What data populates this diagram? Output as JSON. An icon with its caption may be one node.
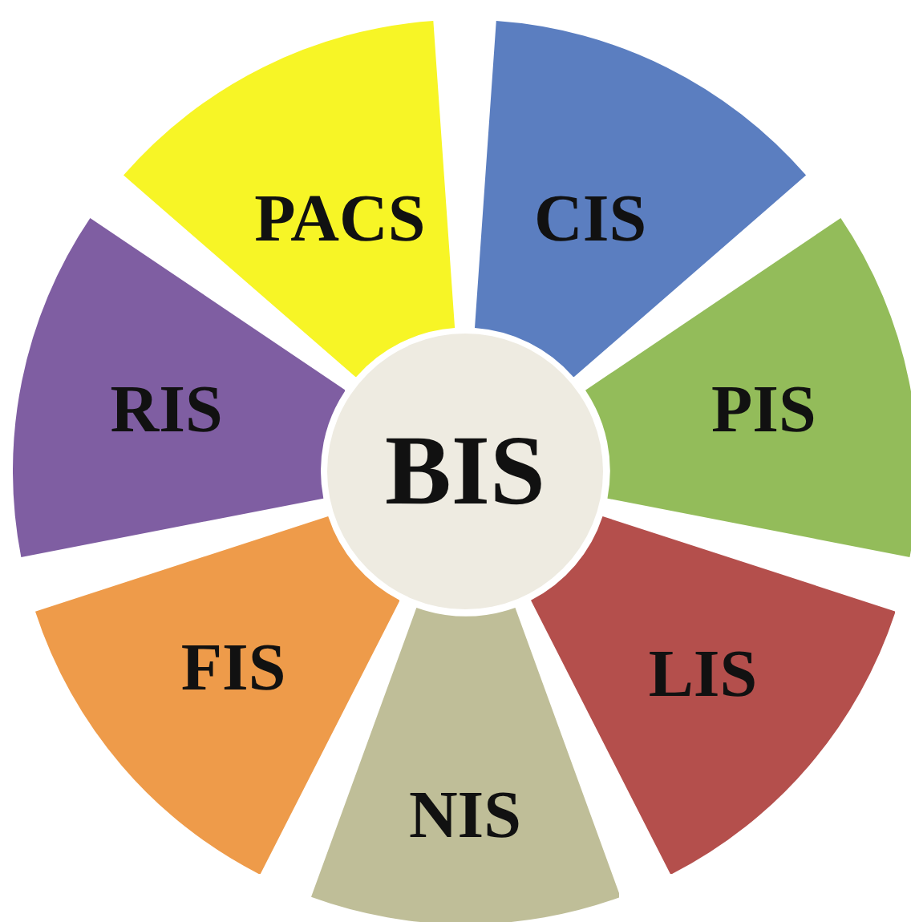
{
  "diagram": {
    "nodes": [
      {
        "text": [
          "BIS"
        ]
      },
      {
        "text": [
          "PACS"
        ]
      },
      {
        "text": [
          "CIS"
        ]
      },
      {
        "text": [
          "PIS"
        ]
      },
      {
        "text": [
          "LIS"
        ]
      },
      {
        "text": [
          "NIS"
        ]
      },
      {
        "text": [
          "FIS"
        ]
      },
      {
        "text": [
          "RIS"
        ]
      }
    ]
  }
}
